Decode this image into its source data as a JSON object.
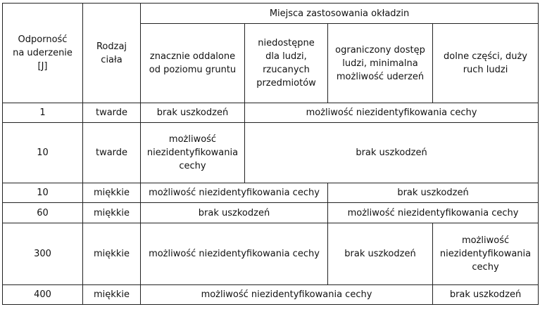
{
  "header": {
    "resistance": [
      "Odporność",
      "na uderzenie",
      "[J]"
    ],
    "body_type": [
      "Rodzaj",
      "ciała"
    ],
    "application_places": "Miejsca zastosowania okładzin",
    "locations": [
      [
        "znacznie oddalone",
        "od poziomu gruntu"
      ],
      [
        "niedostępne",
        "dla ludzi,",
        "rzucanych",
        "przedmiotów"
      ],
      [
        "ograniczony dostęp",
        "ludzi, minimalna",
        "możliwość uderzeń"
      ],
      [
        "dolne części, duży",
        "ruch ludzi"
      ]
    ]
  },
  "rows": [
    {
      "energy": "1",
      "body": "twarde",
      "cells": [
        "brak uszkodzeń",
        "możliwość niezidentyfikowania cechy"
      ]
    },
    {
      "energy": "10",
      "body": "twarde",
      "cells": [
        [
          "możliwość",
          "niezidentyfikowania",
          "cechy"
        ],
        "brak uszkodzeń"
      ]
    },
    {
      "energy": "10",
      "body": "miękkie",
      "cells": [
        "możliwość niezidentyfikowania cechy",
        "brak uszkodzeń"
      ]
    },
    {
      "energy": "60",
      "body": "miękkie",
      "cells": [
        "brak uszkodzeń",
        "możliwość niezidentyfikowania cechy"
      ]
    },
    {
      "energy": "300",
      "body": "miękkie",
      "cells": [
        "możliwość niezidentyfikowania cechy",
        "brak uszkodzeń",
        [
          "możliwość",
          "niezidentyfikowania",
          "cechy"
        ]
      ]
    },
    {
      "energy": "400",
      "body": "miękkie",
      "cells": [
        "możliwość niezidentyfikowania cechy",
        "brak uszkodzeń"
      ]
    }
  ]
}
